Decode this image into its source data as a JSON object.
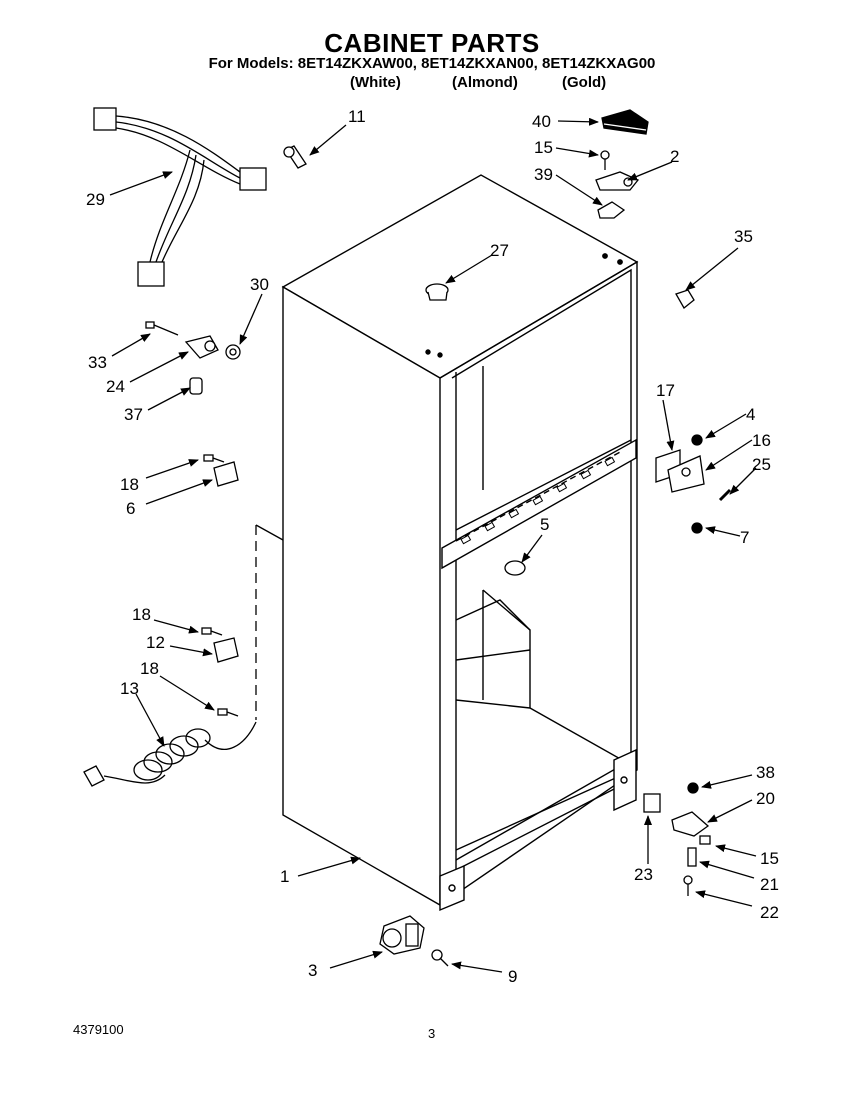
{
  "header": {
    "title": "CABINET PARTS",
    "models_line": "For Models: 8ET14ZKXAW00, 8ET14ZKXAN00, 8ET14ZKXAG00",
    "colors": [
      "(White)",
      "(Almond)",
      "(Gold)"
    ]
  },
  "footer": {
    "doc_number": "4379100",
    "page_number": "3"
  },
  "callouts": {
    "p1": "1",
    "p2": "2",
    "p3": "3",
    "p4": "4",
    "p5": "5",
    "p6": "6",
    "p7": "7",
    "p9": "9",
    "p11": "11",
    "p12": "12",
    "p13": "13",
    "p15a": "15",
    "p15b": "15",
    "p16": "16",
    "p17": "17",
    "p18a": "18",
    "p18b": "18",
    "p18c": "18",
    "p20": "20",
    "p21": "21",
    "p22": "22",
    "p23": "23",
    "p24": "24",
    "p25": "25",
    "p27": "27",
    "p29": "29",
    "p30": "30",
    "p33": "33",
    "p35": "35",
    "p37": "37",
    "p38": "38",
    "p39": "39",
    "p40": "40"
  }
}
